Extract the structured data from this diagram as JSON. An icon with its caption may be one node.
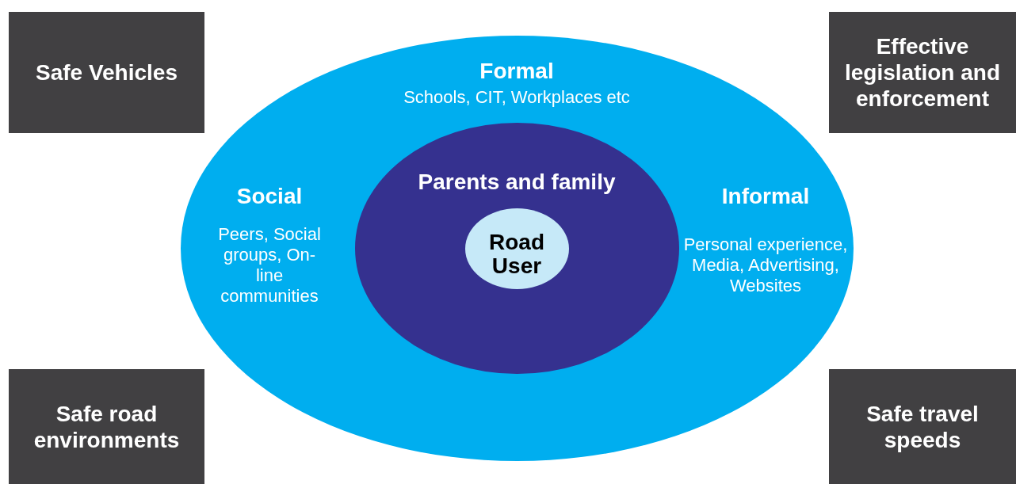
{
  "diagram": {
    "nodes": [
      {
        "text": [
          "Safe Vehicles"
        ]
      },
      {
        "text": [
          "Formal",
          "Schools, CIT, Workplaces etc",
          "Social",
          "Peers, Social groups, On-line communities",
          "Informal",
          "Personal experience, Media, Advertising, Websites"
        ]
      },
      {
        "text": [
          "Effective legislation and enforcement"
        ]
      },
      {
        "text": [
          "Parents and family"
        ],
        "in": 1
      },
      {
        "text": [
          "Road User"
        ],
        "in": 3
      },
      {
        "text": [
          "Safe road environments"
        ]
      },
      {
        "text": [
          "Safe travel speeds"
        ]
      }
    ]
  }
}
